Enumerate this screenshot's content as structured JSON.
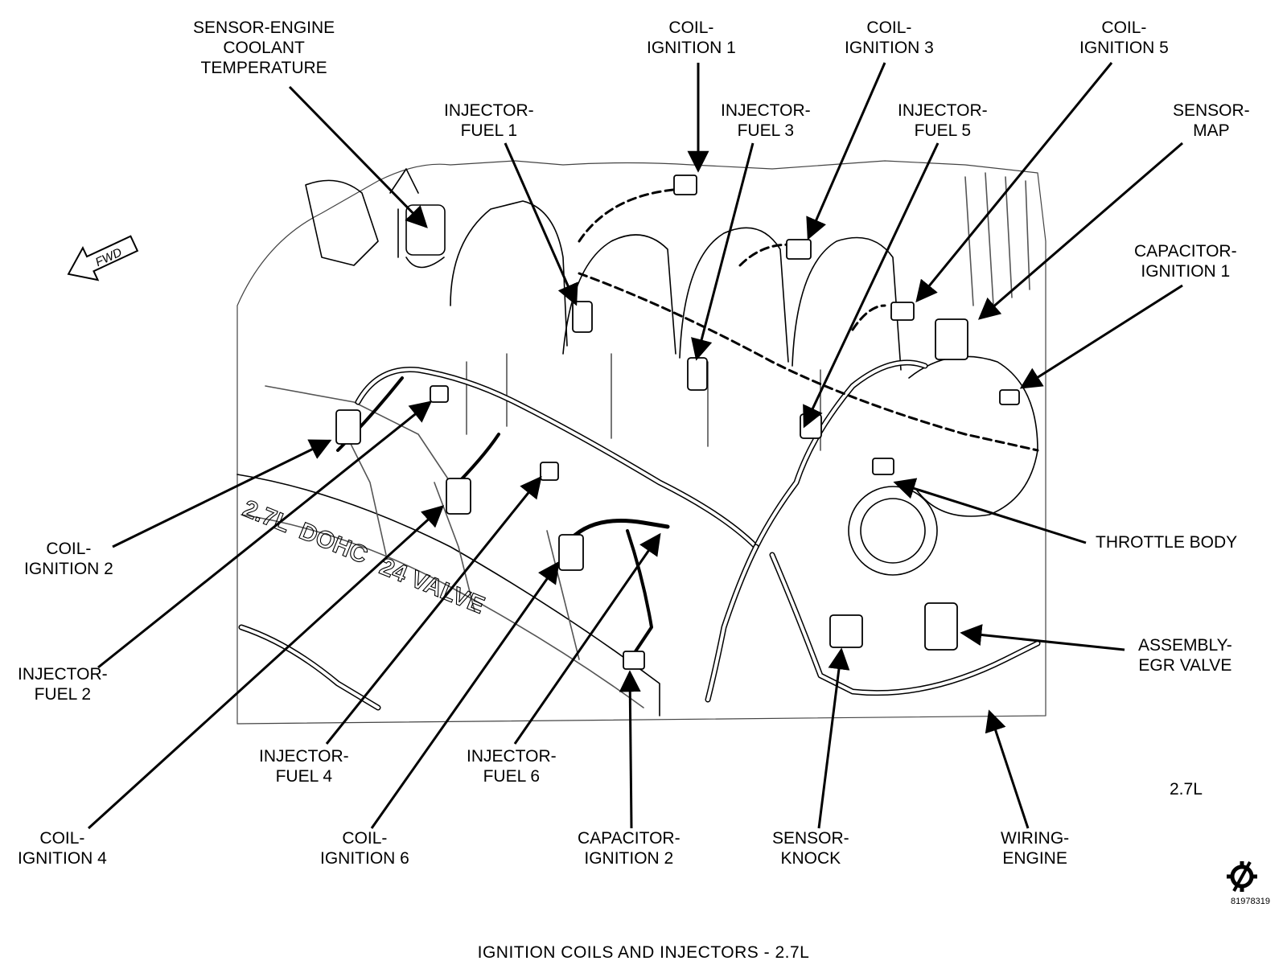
{
  "labels": {
    "sensor_ect": [
      "SENSOR-ENGINE",
      "COOLANT",
      "TEMPERATURE"
    ],
    "coil_1": [
      "COIL-",
      "IGNITION 1"
    ],
    "coil_3": [
      "COIL-",
      "IGNITION 3"
    ],
    "coil_5": [
      "COIL-",
      "IGNITION 5"
    ],
    "injector_1": [
      "INJECTOR-",
      "FUEL 1"
    ],
    "injector_3": [
      "INJECTOR-",
      "FUEL 3"
    ],
    "injector_5": [
      "INJECTOR-",
      "FUEL 5"
    ],
    "sensor_map": [
      "SENSOR-",
      "MAP"
    ],
    "capacitor_1": [
      "CAPACITOR-",
      "IGNITION 1"
    ],
    "coil_2": [
      "COIL-",
      "IGNITION 2"
    ],
    "throttle_body": [
      "THROTTLE BODY"
    ],
    "injector_2": [
      "INJECTOR-",
      "FUEL 2"
    ],
    "egr_valve": [
      "ASSEMBLY-",
      "EGR VALVE"
    ],
    "injector_4": [
      "INJECTOR-",
      "FUEL 4"
    ],
    "injector_6": [
      "INJECTOR-",
      "FUEL 6"
    ],
    "coil_4": [
      "COIL-",
      "IGNITION 4"
    ],
    "coil_6": [
      "COIL-",
      "IGNITION 6"
    ],
    "capacitor_2": [
      "CAPACITOR-",
      "IGNITION 2"
    ],
    "sensor_knock": [
      "SENSOR-",
      "KNOCK"
    ],
    "wiring_engine": [
      "WIRING-",
      "ENGINE"
    ]
  },
  "fwd_label": "FWD",
  "engine_cast_text": [
    "2.7L",
    "DOHC",
    "24 VALVE"
  ],
  "variant_label": "2.7L",
  "figure_id": "81978319",
  "caption": "IGNITION COILS AND INJECTORS - 2.7L",
  "icons": {
    "corner_symbol": "gear-with-slash-icon",
    "forward_arrow": "forward-arrow-icon"
  }
}
